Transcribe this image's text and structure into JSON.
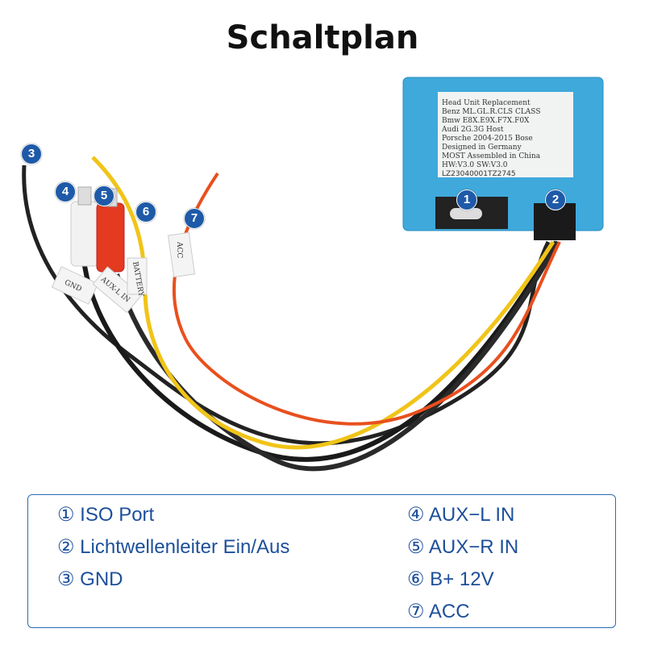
{
  "title": "Schaltplan",
  "device_label": {
    "lines": [
      "Head Unit Replacement",
      "Benz     ML.GL.R.CLS CLASS",
      "Bmw      E8X.E9X.F7X.F0X",
      "Audi     2G.3G Host",
      "Porsche 2004-2015 Bose",
      "          Designed in Germany",
      "MOST   Assembled in China",
      "HW:V3.0              SW:V3.0",
      "LZ23040001TZ2745"
    ]
  },
  "wire_tags": [
    "GND",
    "AUX-L IN",
    "BATTERY",
    "ACC"
  ],
  "badges": [
    "1",
    "2",
    "3",
    "4",
    "5",
    "6",
    "7"
  ],
  "legend": {
    "left": [
      "① ISO Port",
      "② Lichtwellenleiter Ein/Aus",
      "③ GND"
    ],
    "right": [
      "④ AUX−L IN",
      "⑤ AUX−R IN",
      "⑥ B+ 12V",
      "⑦ ACC"
    ]
  },
  "colors": {
    "accent": "#1e5aa8",
    "legend_text": "#1d4f9a",
    "box": "#3fa9dc"
  }
}
